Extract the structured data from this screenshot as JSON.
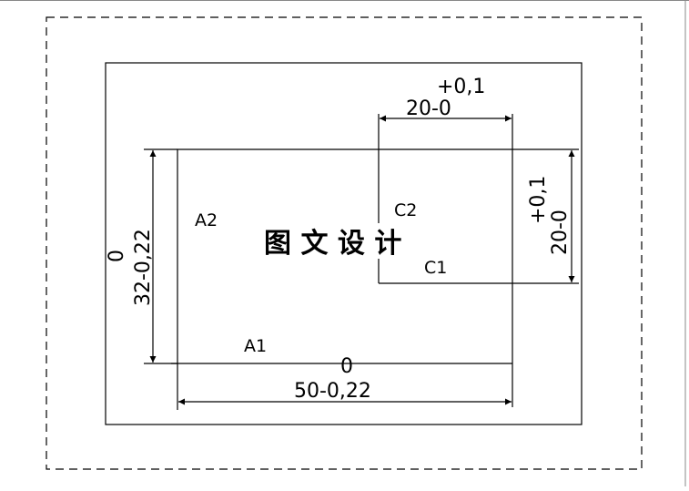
{
  "drawing": {
    "labels": {
      "a1": "A1",
      "a2": "A2",
      "c2": "C2",
      "c1_partial": "C1"
    },
    "dimensions": {
      "bottom_upper": "0",
      "bottom_main": "50-0,22",
      "left_upper": "0",
      "left_main": "32-0,22",
      "top_upper": "+0,1",
      "top_main": "20-0",
      "right_upper": "+0,1",
      "right_main": "20-0"
    },
    "watermark": "图 文 设 计"
  },
  "colors": {
    "line": "#000000",
    "background": "#ffffff"
  }
}
